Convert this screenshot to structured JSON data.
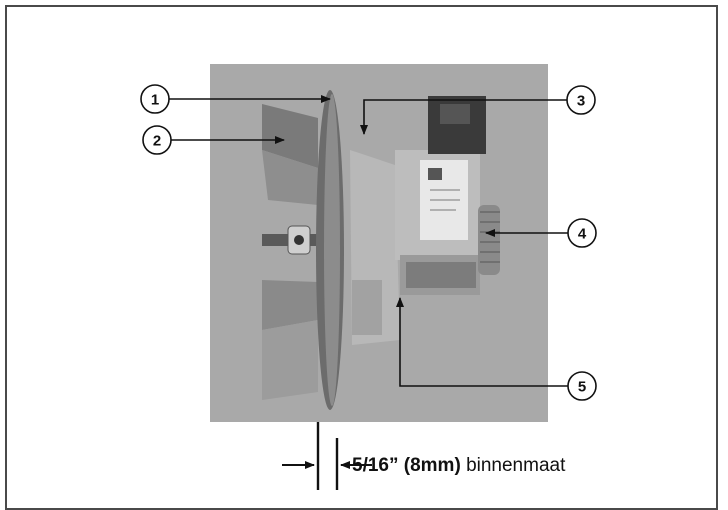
{
  "diagram": {
    "callouts": [
      {
        "id": "1",
        "label": "1"
      },
      {
        "id": "2",
        "label": "2"
      },
      {
        "id": "3",
        "label": "3"
      },
      {
        "id": "4",
        "label": "4"
      },
      {
        "id": "5",
        "label": "5"
      }
    ],
    "dimension": {
      "value_bold": "5/16” (8mm)",
      "suffix": "binnenmaat"
    }
  },
  "colors": {
    "photo_background": "#a9a9a9",
    "frame_border": "#4a4a4a",
    "ink": "#111111"
  }
}
